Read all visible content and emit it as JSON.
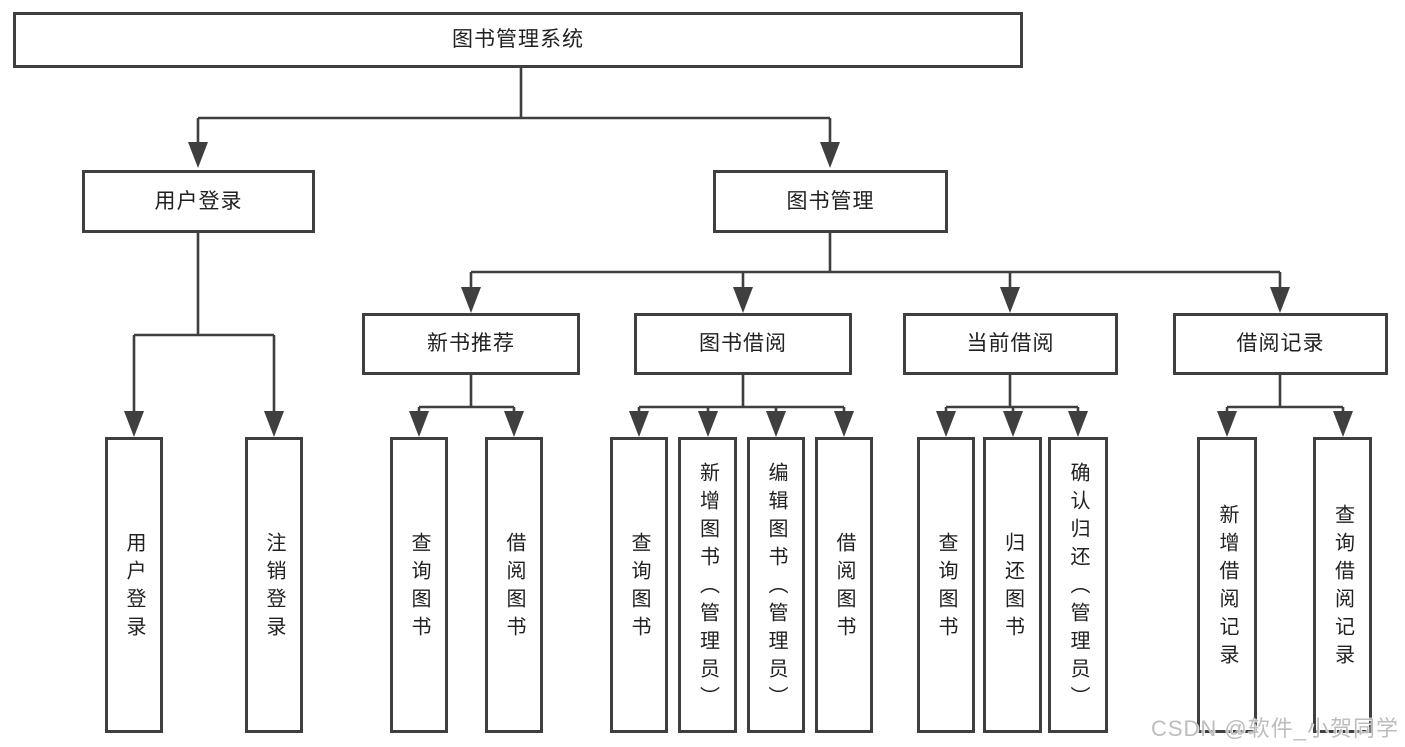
{
  "diagram": {
    "root_label": "图书管理系统",
    "user_branch": {
      "label": "用户登录",
      "children": [
        "用户登录",
        "注销登录"
      ]
    },
    "book_branch": {
      "label": "图书管理",
      "modules": [
        {
          "label": "新书推荐",
          "children": [
            "查询图书",
            "借阅图书"
          ]
        },
        {
          "label": "图书借阅",
          "children": [
            "查询图书",
            "新增图书（管理员）",
            "编辑图书（管理员）",
            "借阅图书"
          ]
        },
        {
          "label": "当前借阅",
          "children": [
            "查询图书",
            "归还图书",
            "确认归还（管理员）"
          ]
        },
        {
          "label": "借阅记录",
          "children": [
            "新增借阅记录",
            "查询借阅记录"
          ]
        }
      ]
    }
  },
  "colors": {
    "line": "#3f3f3f",
    "text": "#212121",
    "watermark": "#bdbdbd",
    "background": "#ffffff"
  },
  "watermark": {
    "text": "CSDN @软件_小贺同学"
  }
}
